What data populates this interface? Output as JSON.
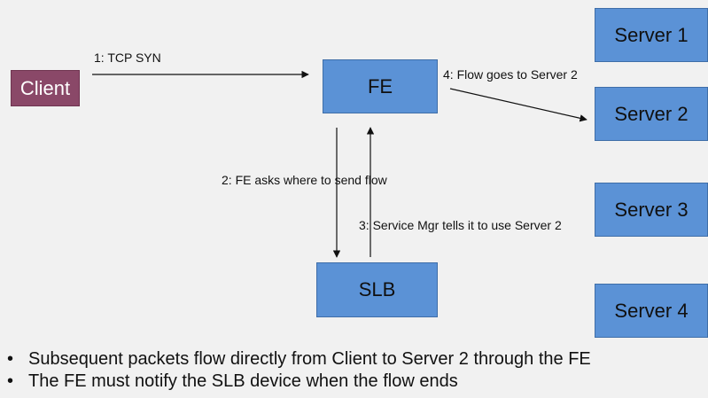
{
  "nodes": {
    "client": "Client",
    "fe": "FE",
    "slb": "SLB",
    "server1": "Server 1",
    "server2": "Server 2",
    "server3": "Server 3",
    "server4": "Server 4"
  },
  "edges": {
    "step1": "1: TCP SYN",
    "step2": "2: FE asks where to send flow",
    "step3": "3: Service Mgr tells it to use Server 2",
    "step4": "4: Flow goes to Server 2"
  },
  "notes": [
    "Subsequent packets flow directly from Client to Server 2 through the FE",
    "The FE must notify the SLB device when the flow ends"
  ],
  "colors": {
    "box_fill": "#5b92d6",
    "client_fill": "#8a4868",
    "background": "#f1f1f1"
  }
}
